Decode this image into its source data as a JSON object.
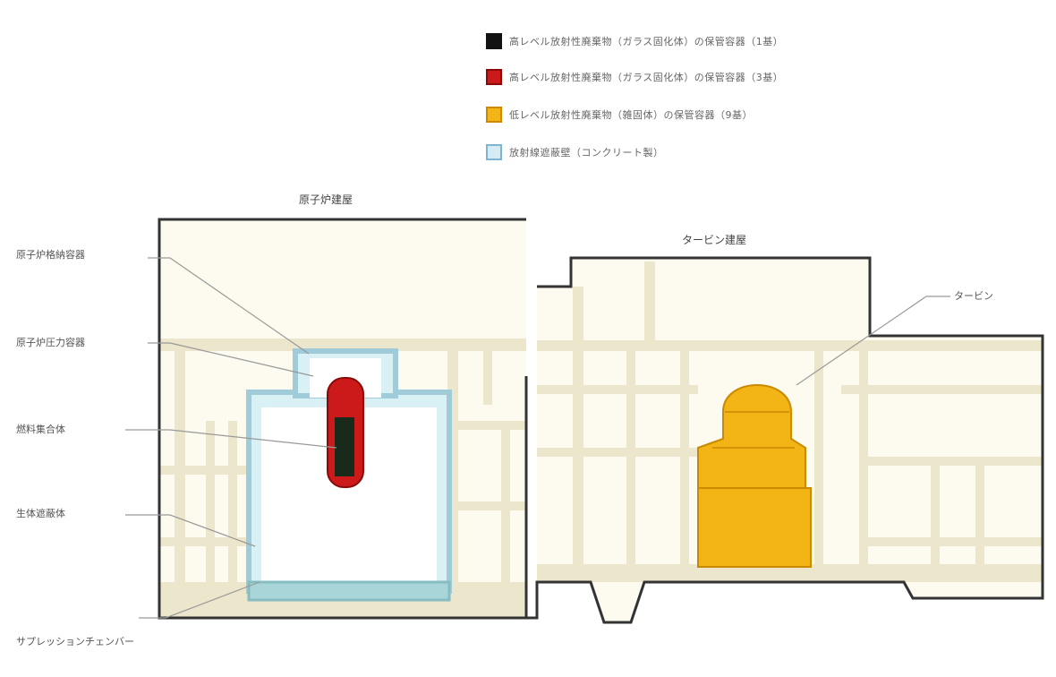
{
  "legend": [
    {
      "id": "black",
      "color": "#111111",
      "border": "#111111",
      "label": "高レベル放射性廃棄物（ガラス固化体）の保管容器（1基）"
    },
    {
      "id": "red",
      "color": "#cc1a1a",
      "border": "#8a0a0a",
      "label": "高レベル放射性廃棄物（ガラス固化体）の保管容器（3基）"
    },
    {
      "id": "yellow",
      "color": "#f3b515",
      "border": "#c98a00",
      "label": "低レベル放射性廃棄物（雑固体）の保管容器（9基）"
    },
    {
      "id": "blue",
      "color": "#d6ecf5",
      "border": "#7fb4cf",
      "label": "放射線遮蔽壁（コンクリート製）"
    }
  ],
  "buildings": {
    "reactor": "原子炉建屋",
    "turbine": "タービン建屋"
  },
  "callouts": {
    "pressure_vessel": "原子炉格納容器",
    "containment": "原子炉圧力容器",
    "fuel": "燃料集合体",
    "shield_wall": "生体遮蔽体",
    "suppression_pool": "サプレッションチェンバー",
    "turbine": "タービン"
  },
  "colors": {
    "wall": "#e9e4c8",
    "outline": "#333333",
    "fill": "#fdfbf0",
    "shield": "#bde0e8",
    "leader": "#999999"
  }
}
